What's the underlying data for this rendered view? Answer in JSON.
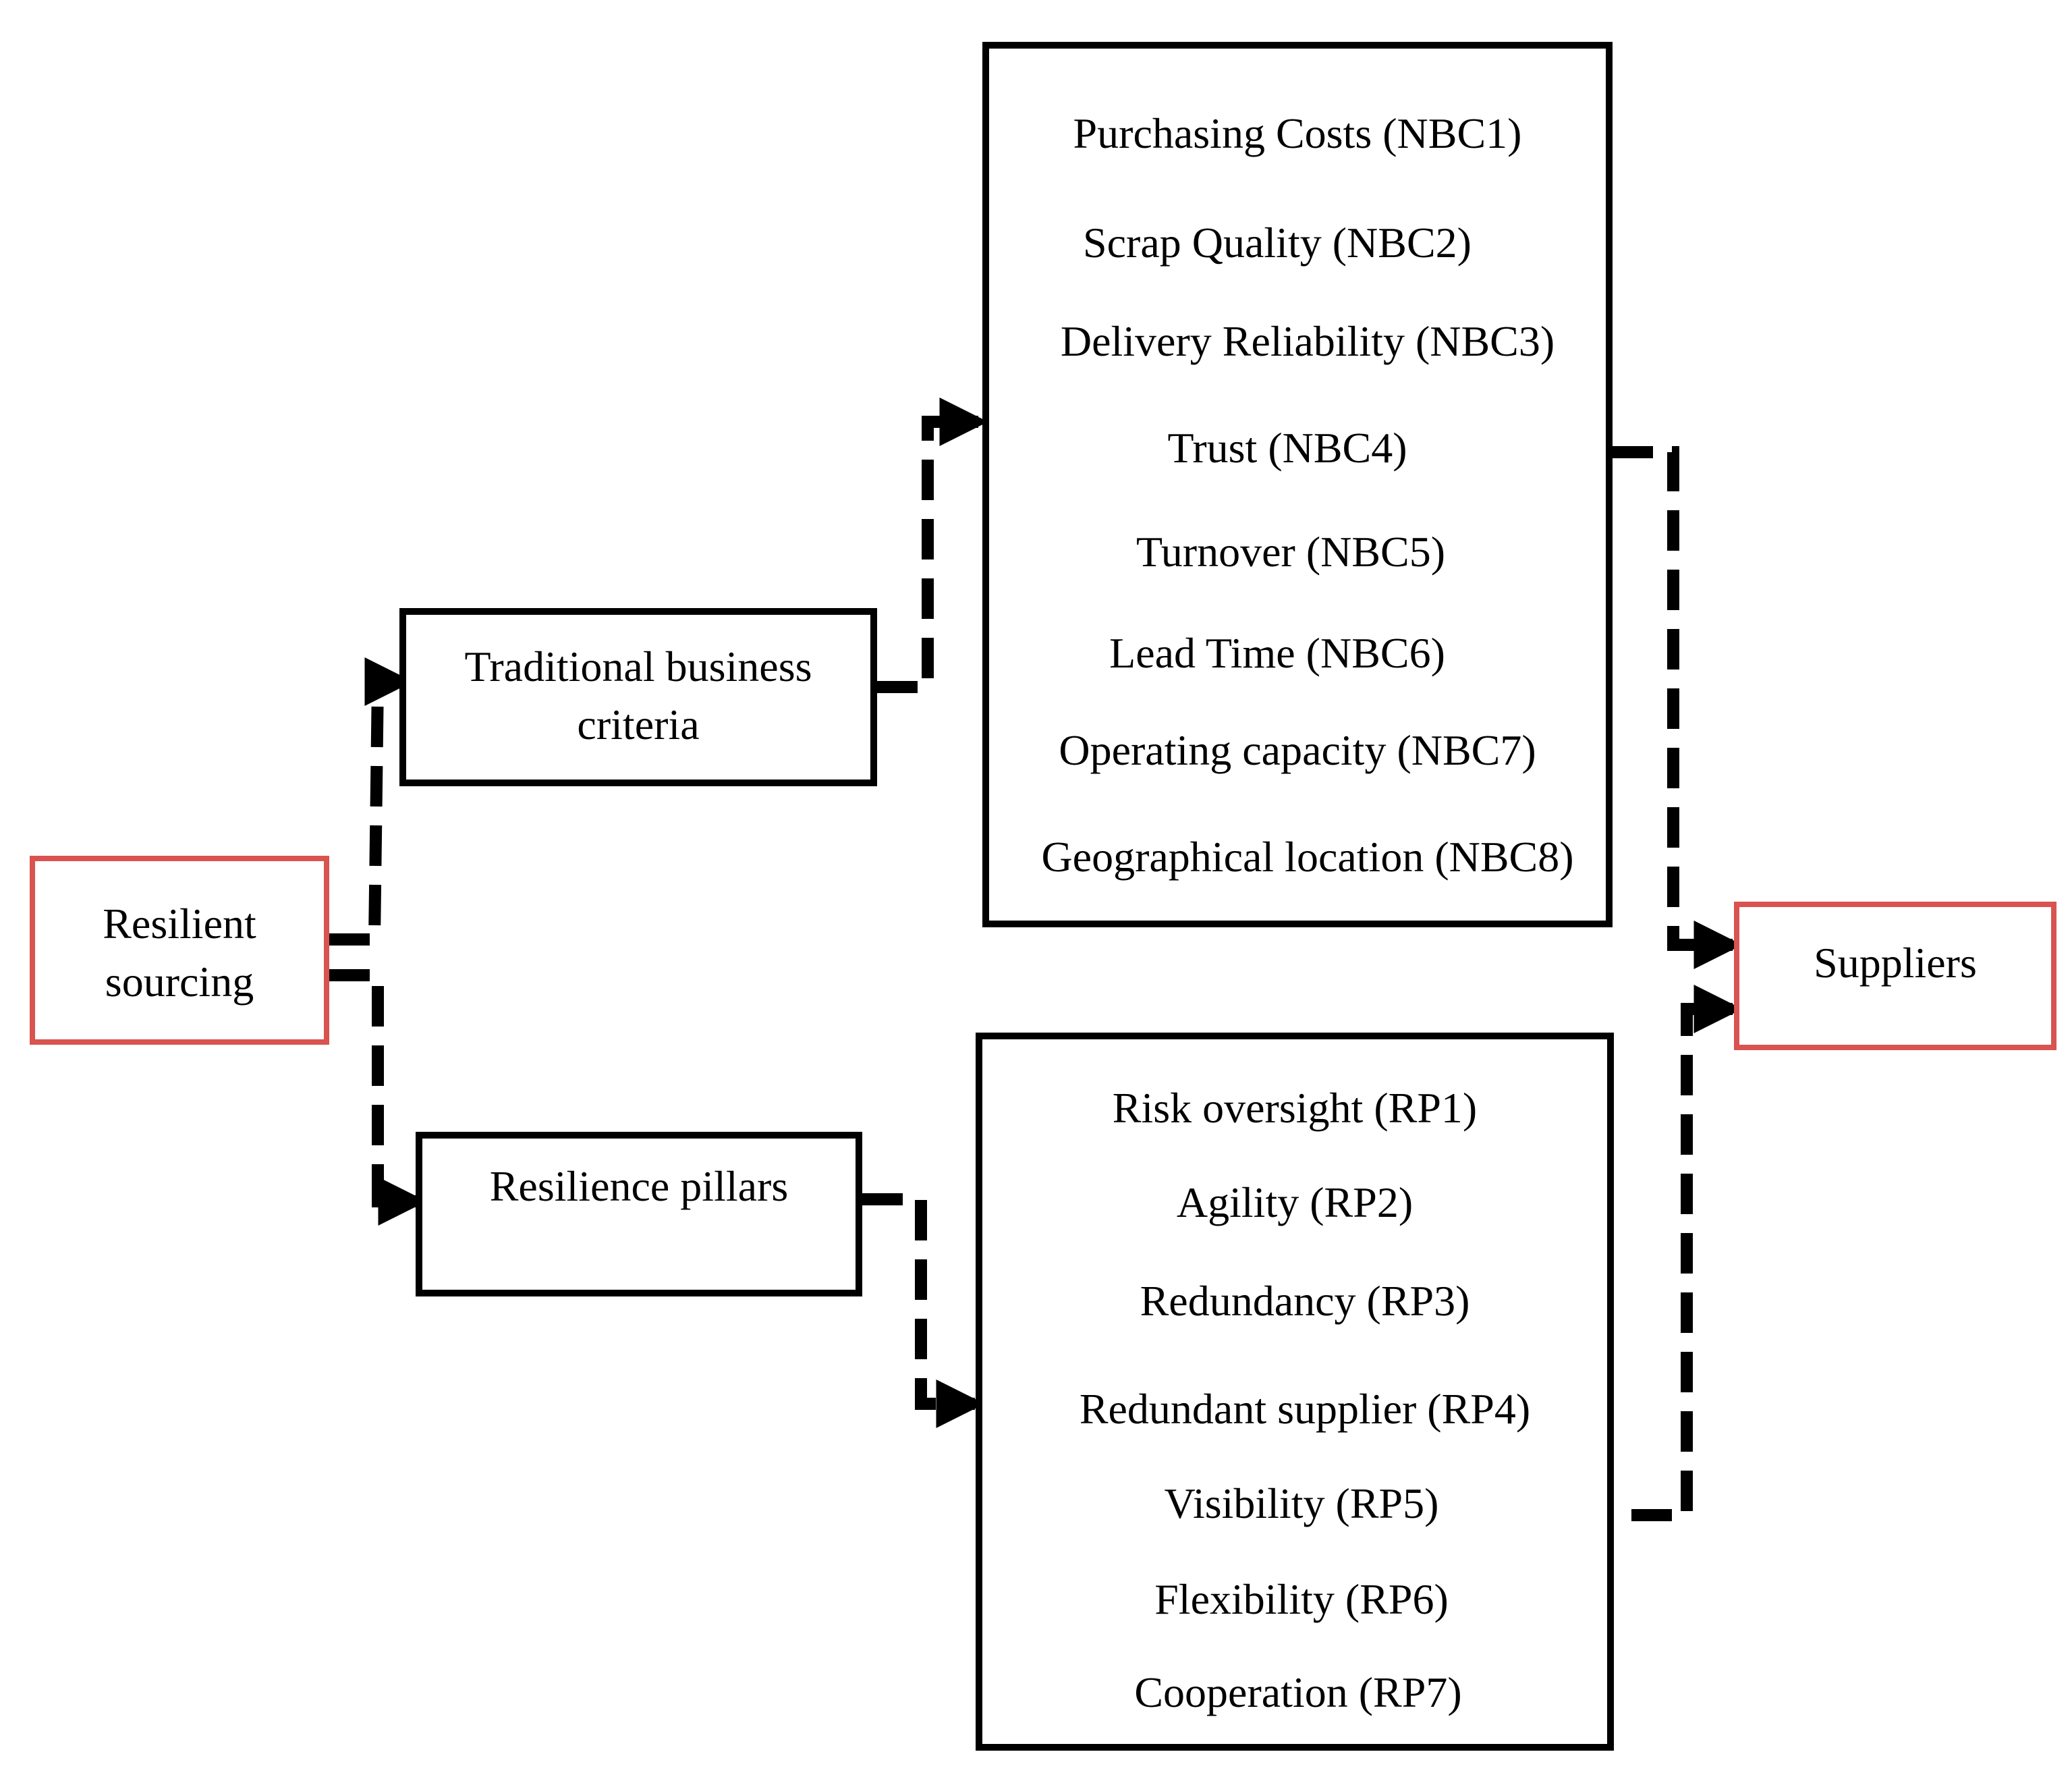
{
  "nodes": {
    "resilient_sourcing": "Resilient sourcing",
    "traditional_criteria": "Traditional business criteria",
    "resilience_pillars": "Resilience pillars",
    "suppliers": "Suppliers"
  },
  "nbc_items": [
    "Purchasing Costs (NBC1)",
    "Scrap Quality (NBC2)",
    "Delivery Reliability (NBC3)",
    "Trust (NBC4)",
    "Turnover (NBC5)",
    "Lead Time (NBC6)",
    "Operating capacity (NBC7)",
    "Geographical location (NBC8)"
  ],
  "rp_items": [
    "Risk oversight (RP1)",
    "Agility (RP2)",
    "Redundancy (RP3)",
    "Redundant supplier (RP4)",
    "Visibility (RP5)",
    "Flexibility (RP6)",
    "Cooperation (RP7)"
  ],
  "colors": {
    "highlight_border": "#d9534f",
    "box_border": "#000000",
    "connector": "#000000"
  },
  "connector_style": "dashed-arrow"
}
